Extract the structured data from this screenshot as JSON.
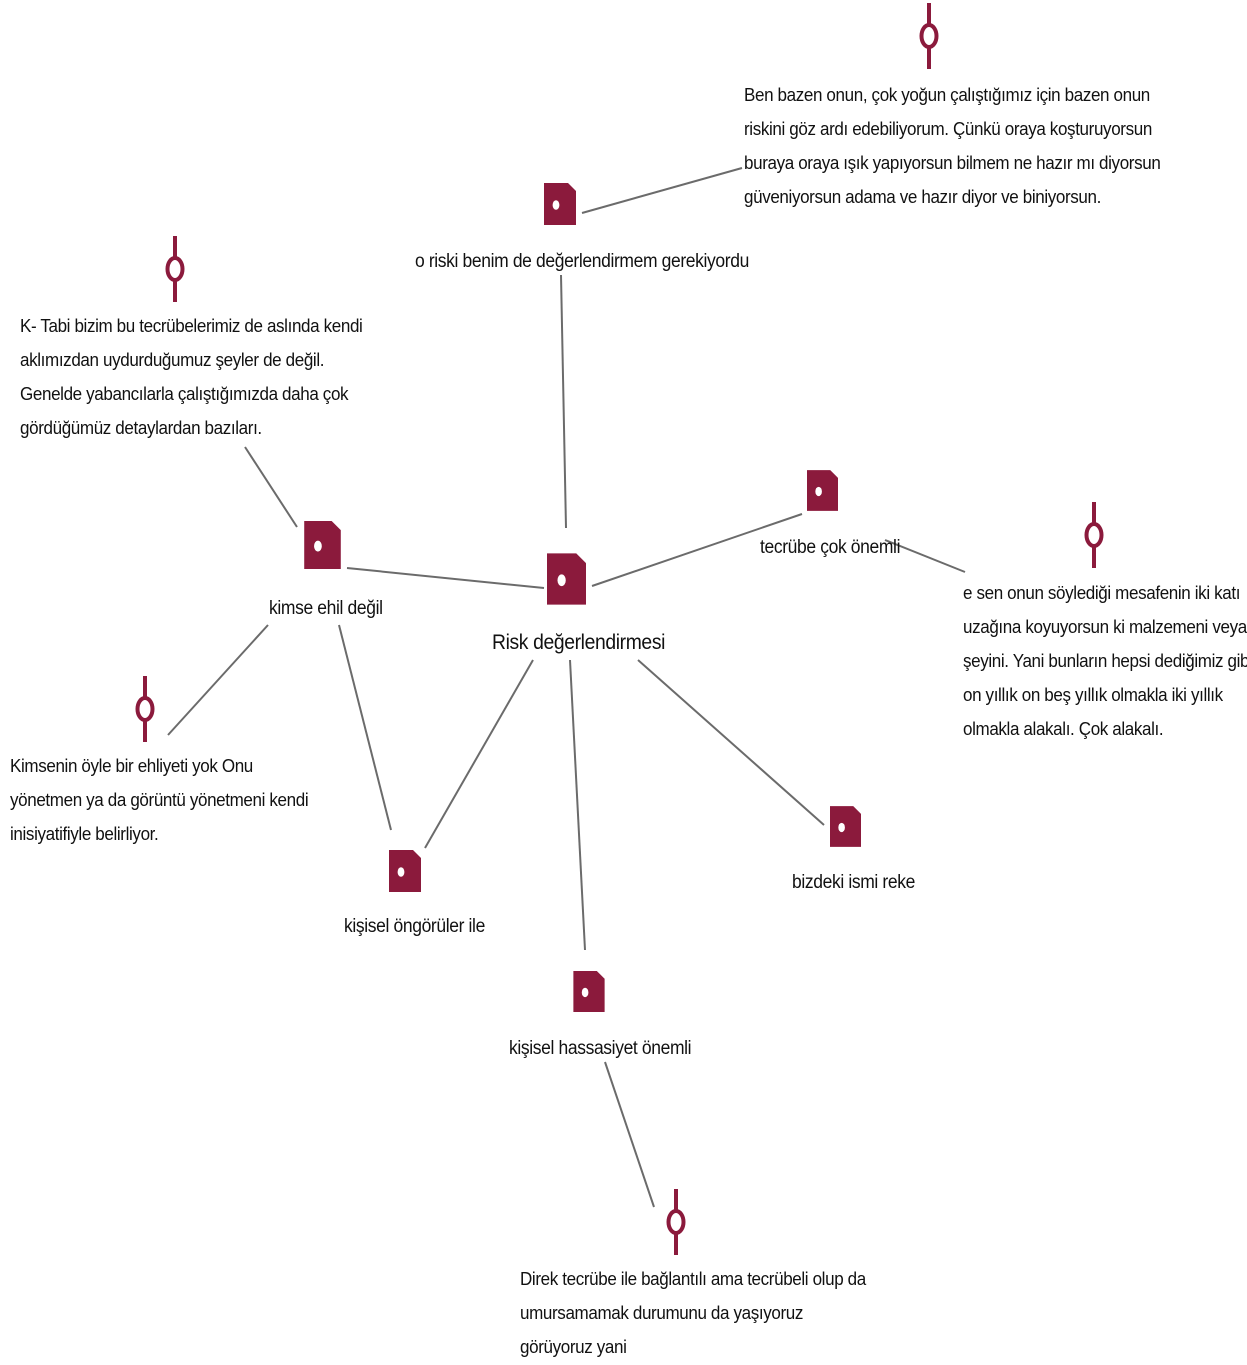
{
  "colors": {
    "accent": "#8b1a3c",
    "edge": "#6b6b6b"
  },
  "codes": {
    "risk": "Risk değerlendirmesi",
    "kimse": "kimse ehil değil",
    "o_riski": "o riski benim de değerlendirmem gerekiyordu",
    "tecrube": "tecrübe çok önemli",
    "bizdeki": "bizdeki ismi reke",
    "ongoruler": "kişisel öngörüler ile",
    "hassasiyet": "kişisel hassasiyet önemli"
  },
  "quotes": {
    "ben_bazen": [
      "Ben bazen onun, çok yoğun çalıştığımız için bazen onun",
      "riskini göz ardı edebiliyorum. Çünkü oraya koşturuyorsun",
      "buraya oraya ışık yapıyorsun bilmem ne hazır mı diyorsun",
      "güveniyorsun adama ve hazır diyor ve biniyorsun."
    ],
    "k_tabi": [
      "K- Tabi bizim bu tecrübelerimiz de aslında kendi",
      "aklımızdan uydurduğumuz şeyler de değil.",
      "Genelde yabancılarla çalıştığımızda daha çok",
      "gördüğümüz detaylardan bazıları."
    ],
    "e_sen": [
      "e sen onun söylediği mesafenin iki katı",
      "uzağına koyuyorsun ki malzemeni veya",
      "şeyini. Yani bunların hepsi dediğimiz gibi",
      "on yıllık on beş yıllık olmakla iki yıllık",
      "olmakla alakalı. Çok alakalı."
    ],
    "kimsenin": [
      "Kimsenin öyle bir ehliyeti yok Onu",
      "yönetmen ya da görüntü yönetmeni kendi",
      "inisiyatifiyle belirliyor."
    ],
    "direk": [
      "Direk tecrübe ile bağlantılı ama tecrübeli olup da",
      "umursamamak durumunu da yaşıyoruz",
      "görüyoruz yani"
    ]
  }
}
